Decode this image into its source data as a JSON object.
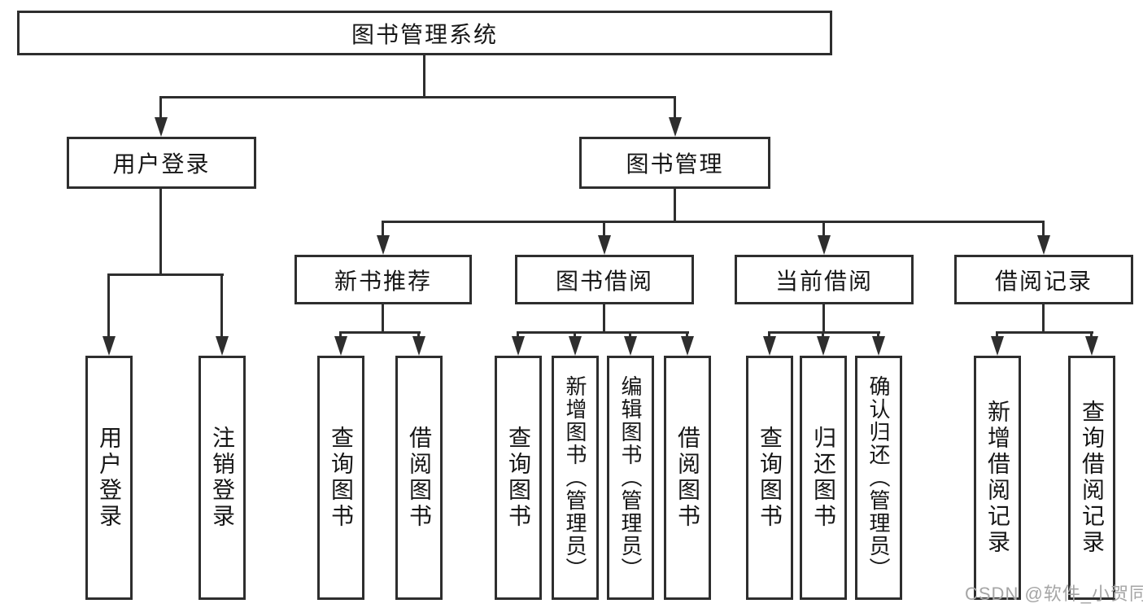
{
  "tree": {
    "root": {
      "label": "图书管理系统",
      "children": [
        {
          "label": "用户登录",
          "children": [
            {
              "label": "用户登录"
            },
            {
              "label": "注销登录"
            }
          ]
        },
        {
          "label": "图书管理",
          "children": [
            {
              "label": "新书推荐",
              "children": [
                {
                  "label": "查询图书"
                },
                {
                  "label": "借阅图书"
                }
              ]
            },
            {
              "label": "图书借阅",
              "children": [
                {
                  "label": "查询图书"
                },
                {
                  "label": "新增图书（管理员）"
                },
                {
                  "label": "编辑图书（管理员）"
                },
                {
                  "label": "借阅图书"
                }
              ]
            },
            {
              "label": "当前借阅",
              "children": [
                {
                  "label": "查询图书"
                },
                {
                  "label": "归还图书"
                },
                {
                  "label": "确认归还（管理员）"
                }
              ]
            },
            {
              "label": "借阅记录",
              "children": [
                {
                  "label": "新增借阅记录"
                },
                {
                  "label": "查询借阅记录"
                }
              ]
            }
          ]
        }
      ]
    }
  },
  "watermark": {
    "text": "CSDN @软件_小贺同学"
  },
  "colors": {
    "line": "#2e2e2e",
    "text": "#161616",
    "watermark": "#a5a5a5",
    "background": "#ffffff"
  }
}
